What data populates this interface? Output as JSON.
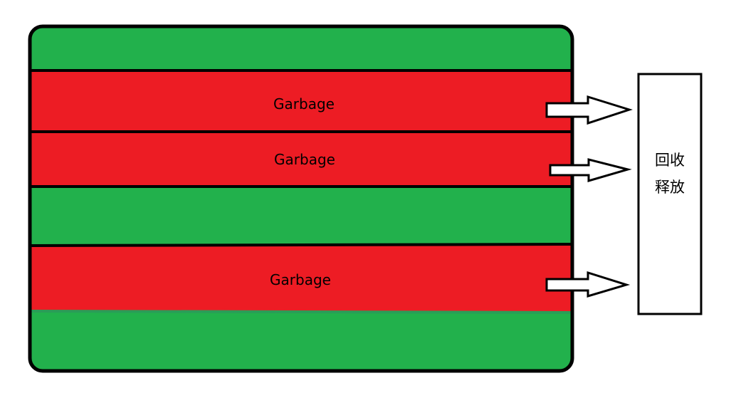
{
  "memory": {
    "blocks": [
      {
        "status": "live",
        "label": ""
      },
      {
        "status": "garbage",
        "label": "Garbage"
      },
      {
        "status": "garbage",
        "label": "Garbage"
      },
      {
        "status": "live",
        "label": ""
      },
      {
        "status": "garbage",
        "label": "Garbage"
      },
      {
        "status": "live",
        "label": ""
      }
    ]
  },
  "recycle_box": {
    "line1": "回收",
    "line2": "释放"
  },
  "colors": {
    "live": "#22b14c",
    "garbage": "#ed1c24",
    "outline": "#000000"
  }
}
